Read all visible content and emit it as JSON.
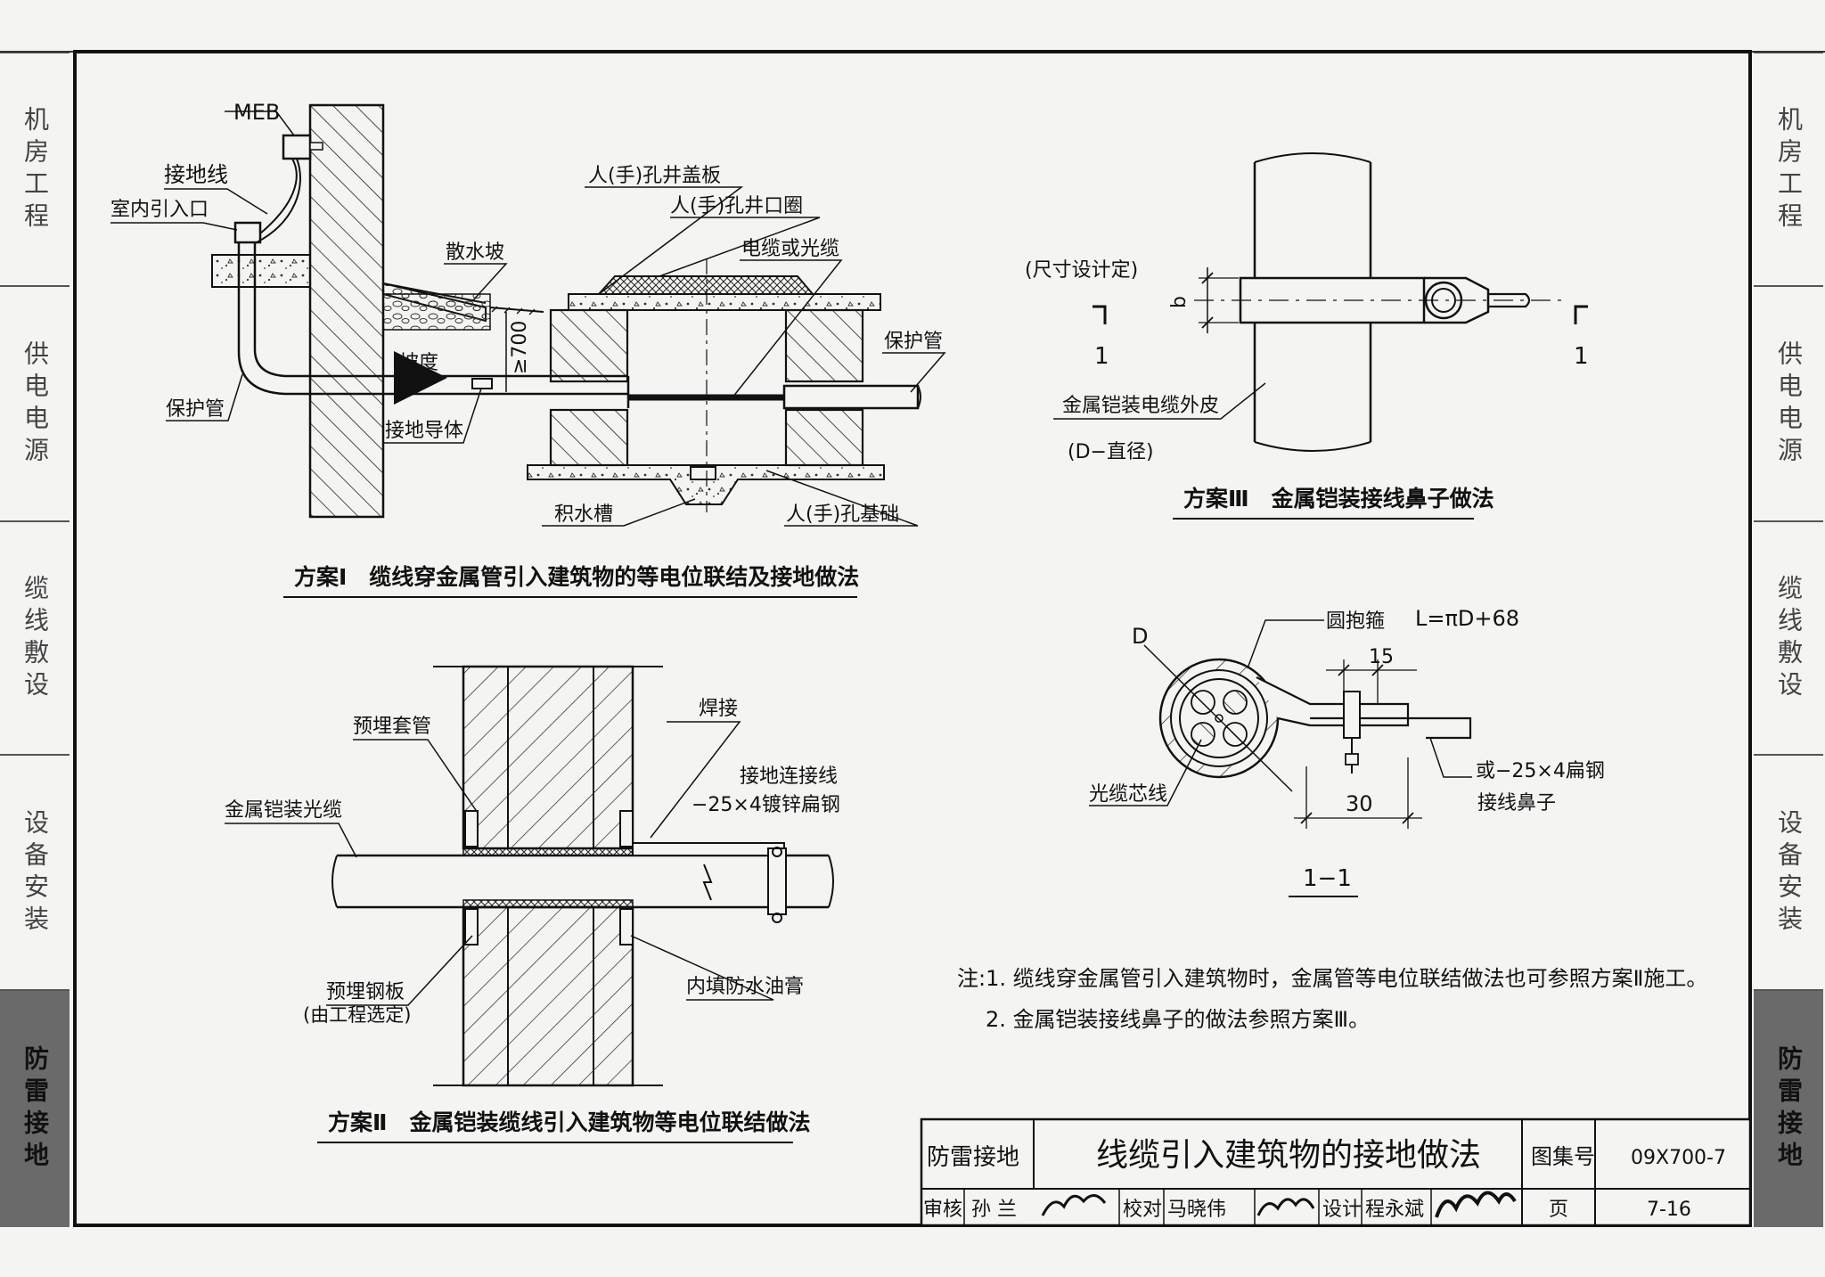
{
  "side_tabs": [
    "机房工程",
    "供电电源",
    "缆线敷设",
    "设备安装",
    "防雷接地"
  ],
  "side_tabs_active": "防雷接地",
  "scheme1": {
    "title": "方案Ⅰ　缆线穿金属管引入建筑物的等电位联结及接地做法",
    "labels": {
      "meb": "MEB",
      "ground_wire": "接地线",
      "indoor_entry": "室内引入口",
      "apron": "散水坡",
      "cover": "人(手)孔井盖板",
      "ring": "人(手)孔井口圈",
      "cable": "电缆或光缆",
      "depth": "≥700",
      "slope": "坡度",
      "protect_pipe_right": "保护管",
      "protect_pipe_left": "保护管",
      "ground_conductor": "接地导体",
      "sump": "积水槽",
      "foundation": "人(手)孔基础"
    }
  },
  "scheme2": {
    "title": "方案Ⅱ　金属铠装缆线引入建筑物等电位联结做法",
    "labels": {
      "sleeve": "预埋套管",
      "weld": "焊接",
      "ground_link": "接地连接线",
      "flat_steel": "−25×4镀锌扁钢",
      "armored_cable": "金属铠装光缆",
      "steel_plate": "预埋钢板",
      "plate_note": "(由工程选定)",
      "filler": "内填防水油膏"
    }
  },
  "scheme3": {
    "title": "方案Ⅲ　金属铠装接线鼻子做法",
    "labels": {
      "size_note": "(尺寸设计定)",
      "b": "b",
      "sec_left": "1",
      "sec_right": "1",
      "sheath": "金属铠装电缆外皮",
      "diameter": "(D−直径)"
    }
  },
  "section": {
    "title": "1−1",
    "labels": {
      "d": "D",
      "hoop": "圆抱箍",
      "length_formula": "L=πD+68",
      "dim15": "15",
      "dim30": "30",
      "core": "光缆芯线",
      "flat_steel_alt": "或−25×4扁钢",
      "lug": "接线鼻子"
    }
  },
  "notes": {
    "line1": "注:1. 缆线穿金属管引入建筑物时，金属管等电位联结做法也可参照方案Ⅱ施工。",
    "line2": "2. 金属铠装接线鼻子的做法参照方案Ⅲ。"
  },
  "title_block": {
    "category": "防雷接地",
    "title": "线缆引入建筑物的接地做法",
    "atlas_label": "图集号",
    "atlas_value": "09X700-7",
    "review_label": "审核",
    "review_name": "孙 兰",
    "check_label": "校对",
    "check_name": "马晓伟",
    "design_label": "设计",
    "design_name": "程永斌",
    "page_label": "页",
    "page_value": "7-16"
  }
}
